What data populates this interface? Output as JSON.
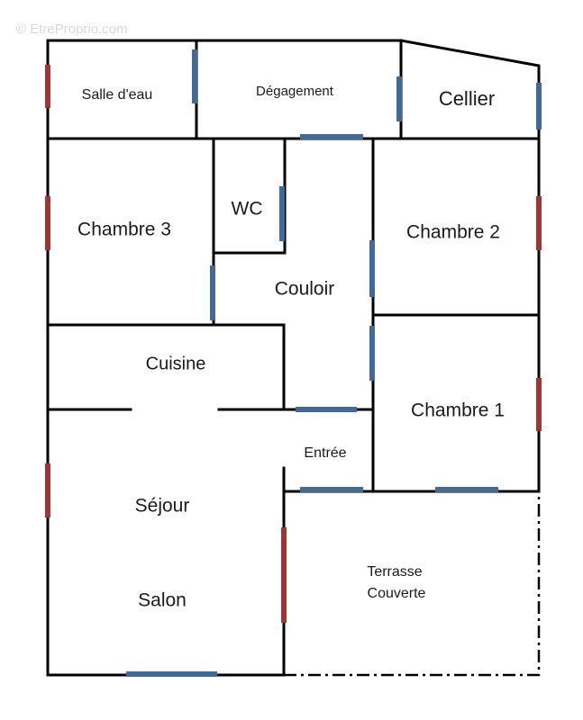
{
  "watermark": "© EtreProprio.com",
  "colors": {
    "wall": "#000000",
    "window_blue": "#3f6a9a",
    "door_red": "#9e3636"
  },
  "rooms": {
    "salle_deau": "Salle d'eau",
    "degagement": "Dégagement",
    "cellier": "Cellier",
    "wc": "WC",
    "chambre_3": "Chambre 3",
    "chambre_2": "Chambre 2",
    "couloir": "Couloir",
    "cuisine": "Cuisine",
    "chambre_1": "Chambre 1",
    "entree": "Entrée",
    "sejour": "Séjour",
    "salon": "Salon",
    "terrasse_line1": "Terrasse",
    "terrasse_line2": "Couverte"
  }
}
